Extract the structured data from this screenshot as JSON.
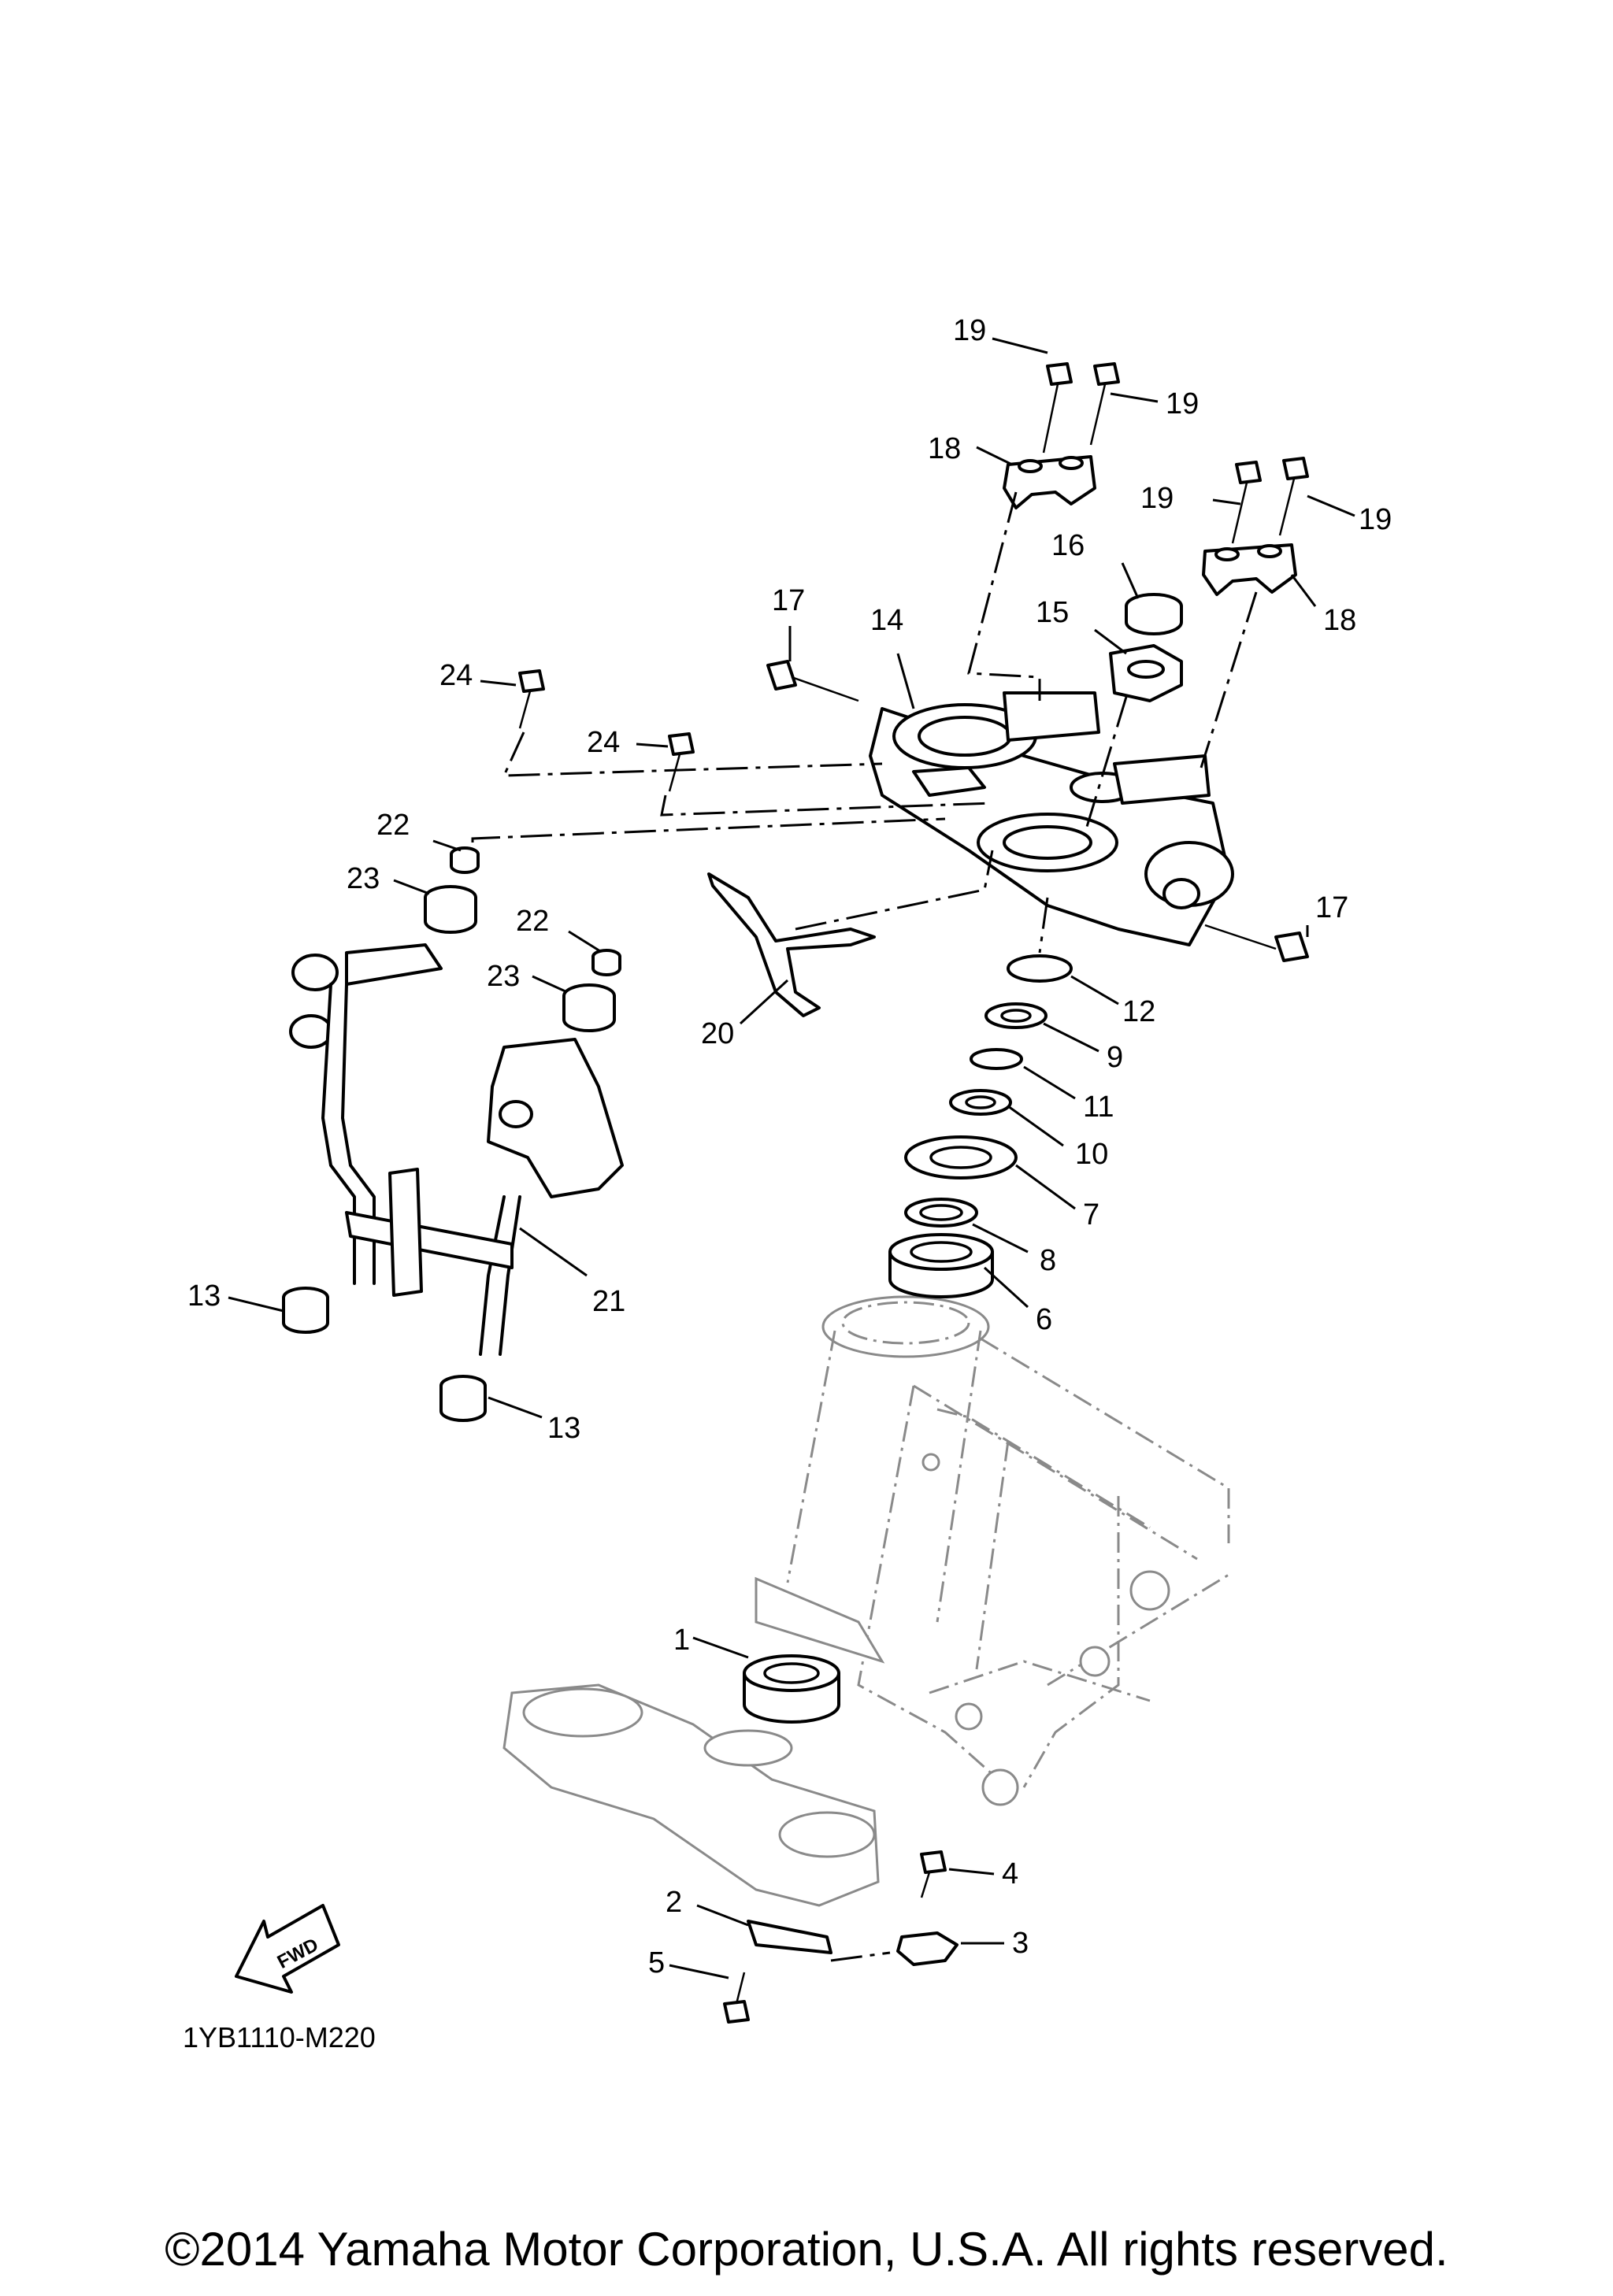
{
  "diagram": {
    "code": "1YB1110-M220",
    "copyright": "©2014 Yamaha Motor Corporation, U.S.A. All rights reserved.",
    "fwd_label": "FWD",
    "callouts": [
      "1",
      "2",
      "3",
      "4",
      "5",
      "6",
      "7",
      "8",
      "9",
      "10",
      "11",
      "12",
      "13",
      "13",
      "14",
      "15",
      "16",
      "17",
      "17",
      "18",
      "18",
      "19",
      "19",
      "19",
      "19",
      "20",
      "21",
      "22",
      "22",
      "23",
      "23",
      "24",
      "24"
    ]
  }
}
